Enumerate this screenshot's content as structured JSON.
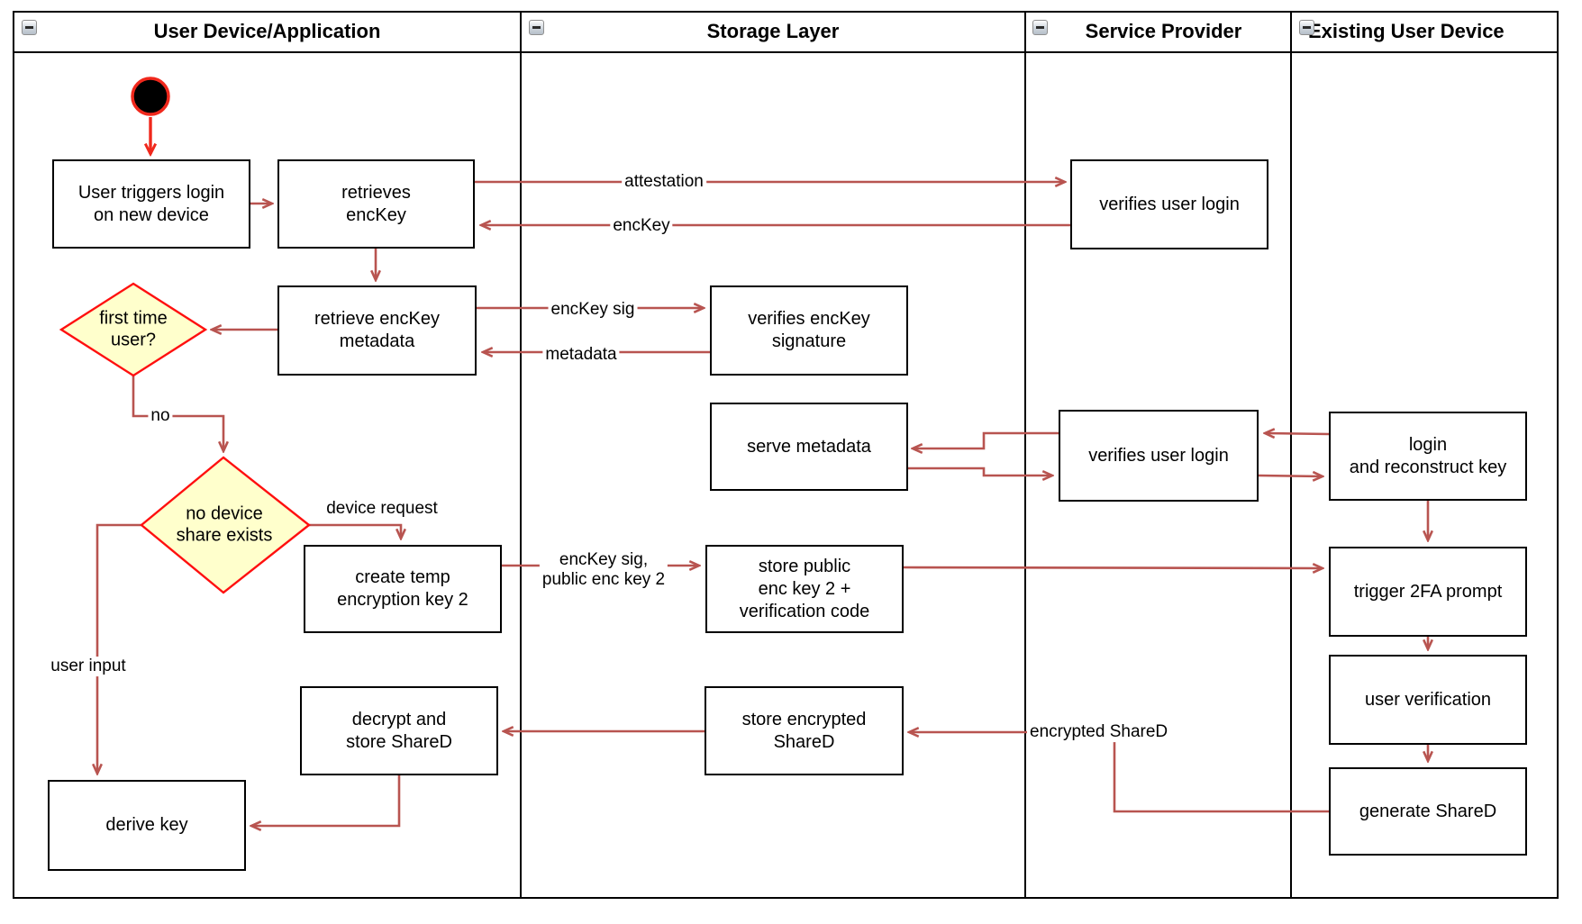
{
  "colors": {
    "arrow": "#b85450",
    "start_stroke": "#f0281c",
    "start_fill": "#000000",
    "decision_fill": "#ffffcc",
    "decision_stroke": "#ff0f0f",
    "frame": "#000000"
  },
  "lanes": [
    {
      "title": "User Device/Application"
    },
    {
      "title": "Storage Layer"
    },
    {
      "title": "Service Provider"
    },
    {
      "title": "Existing User Device"
    }
  ],
  "nodes": {
    "user_triggers_login": {
      "label": "User triggers login\non new device"
    },
    "retrieves_enckey": {
      "label": "retrieves\nencKey"
    },
    "verifies_user_login_top": {
      "label": "verifies user login"
    },
    "retrieve_enckey_metadata": {
      "label": "retrieve encKey\nmetadata"
    },
    "verifies_enckey_signature": {
      "label": "verifies encKey\nsignature"
    },
    "serve_metadata": {
      "label": "serve metadata"
    },
    "verifies_user_login_mid": {
      "label": "verifies user login"
    },
    "login_and_reconstruct_key": {
      "label": "login\nand reconstruct key"
    },
    "create_temp_encryption_key_2": {
      "label": "create temp\nencryption key 2"
    },
    "store_public_enc_key_2": {
      "label": "store public\nenc key 2 +\nverification code"
    },
    "trigger_2fa_prompt": {
      "label": "trigger 2FA prompt"
    },
    "user_verification": {
      "label": "user verification"
    },
    "decrypt_and_store_shared": {
      "label": "decrypt and\nstore ShareD"
    },
    "store_encrypted_shared": {
      "label": "store encrypted\nShareD"
    },
    "generate_shared": {
      "label": "generate ShareD"
    },
    "derive_key": {
      "label": "derive key"
    }
  },
  "decisions": {
    "first_time_user": {
      "label": "first time\nuser?"
    },
    "no_device_share_exists": {
      "label": "no device\nshare exists"
    }
  },
  "edge_labels": {
    "attestation": "attestation",
    "enckey": "encKey",
    "enckey_sig": "encKey sig",
    "metadata": "metadata",
    "no": "no",
    "device_request": "device request",
    "enckey_sig_public_enc_key_2": "encKey sig,\npublic enc key 2",
    "user_input": "user input",
    "encrypted_shared": "encrypted ShareD"
  }
}
